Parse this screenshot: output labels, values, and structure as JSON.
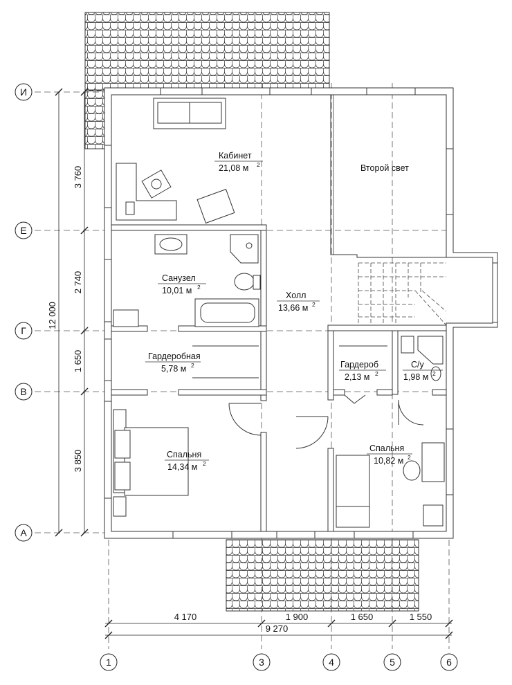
{
  "rooms": [
    {
      "id": "kabinet",
      "name": "Кабинет",
      "area": "21,08 м",
      "sup": "2"
    },
    {
      "id": "vtoroy-svet",
      "name": "Второй свет",
      "area": "",
      "sup": ""
    },
    {
      "id": "sanuzel",
      "name": "Санузел",
      "area": "10,01 м",
      "sup": "2"
    },
    {
      "id": "holl",
      "name": "Холл",
      "area": "13,66 м",
      "sup": "2"
    },
    {
      "id": "garderobnaya",
      "name": "Гардеробная",
      "area": "5,78 м",
      "sup": "2"
    },
    {
      "id": "garderob",
      "name": "Гардероб",
      "area": "2,13 м",
      "sup": "2"
    },
    {
      "id": "su",
      "name": "С/у",
      "area": "1,98 м",
      "sup": "2"
    },
    {
      "id": "spalnya-1",
      "name": "Спальня",
      "area": "14,34 м",
      "sup": "2"
    },
    {
      "id": "spalnya-2",
      "name": "Спальня",
      "area": "10,82 м",
      "sup": "2"
    }
  ],
  "axes_rows": [
    "И",
    "Е",
    "Г",
    "В",
    "А"
  ],
  "axes_cols": [
    "1",
    "3",
    "4",
    "5",
    "6"
  ],
  "dims_vertical": [
    "3 760",
    "2 740",
    "1 650",
    "3 850"
  ],
  "dim_vertical_total": "12 000",
  "dims_horizontal": [
    "4 170",
    "1 900",
    "1 650",
    "1 550"
  ],
  "dim_horizontal_total": "9 270"
}
